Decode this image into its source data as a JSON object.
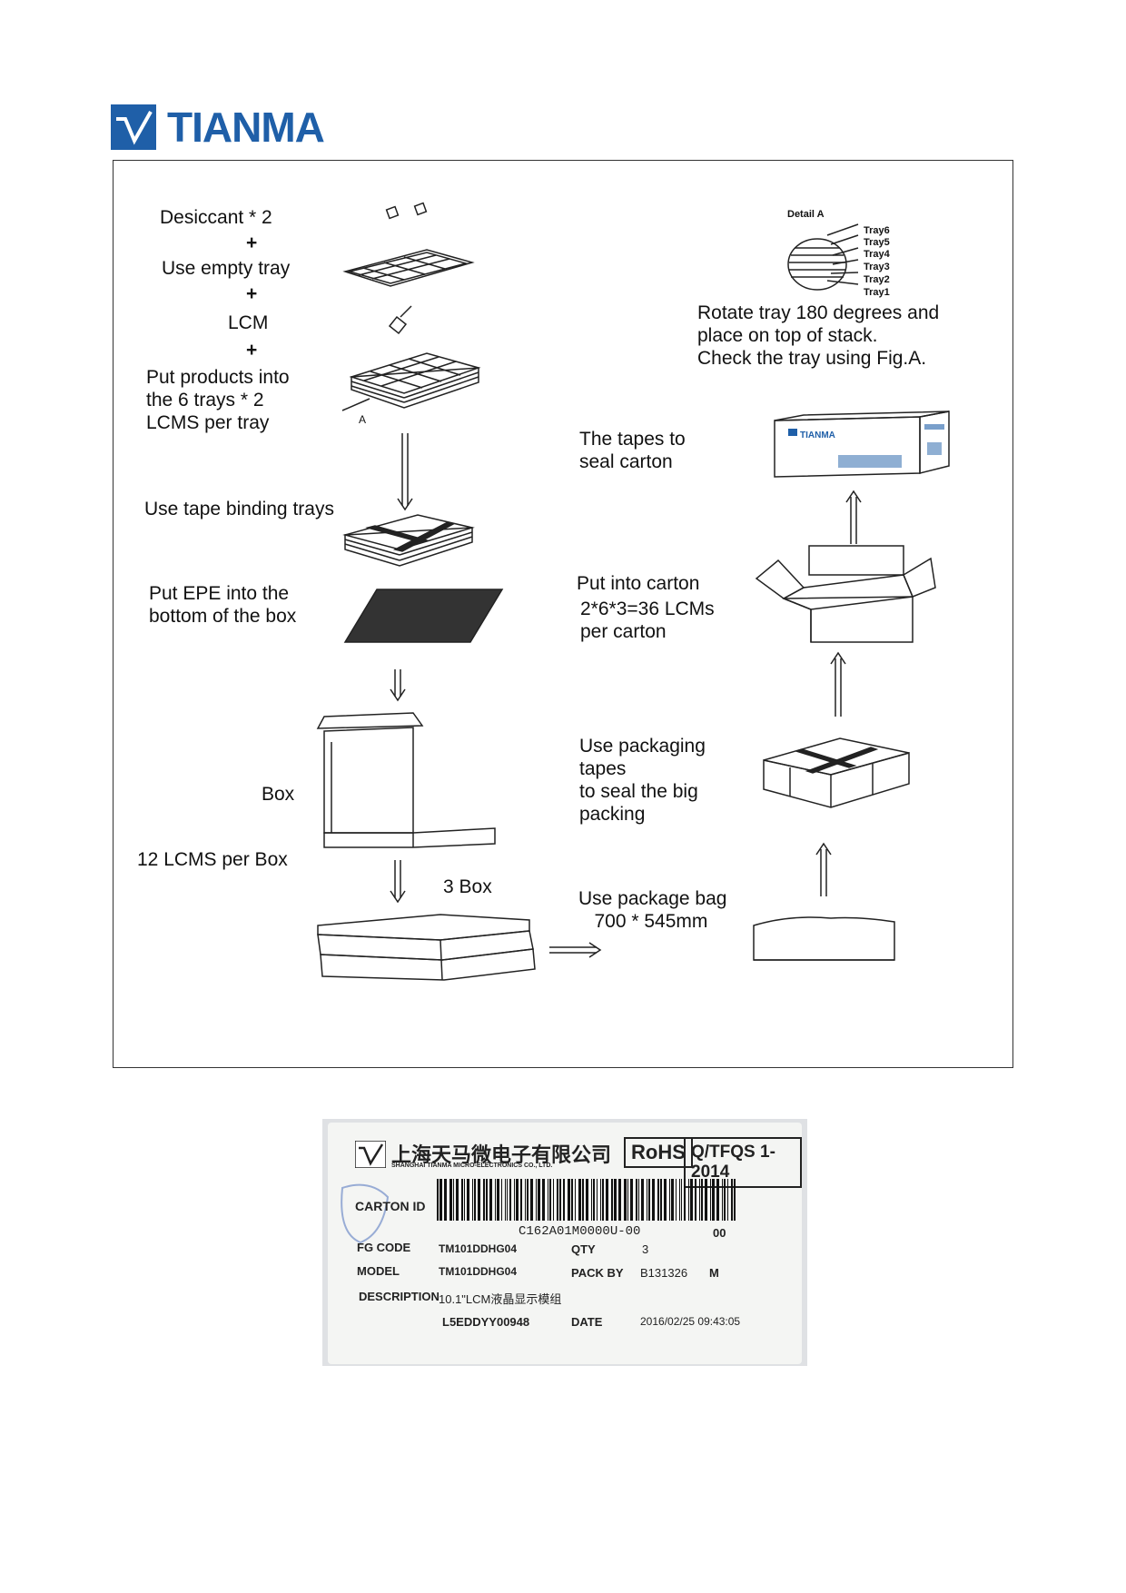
{
  "logo": {
    "name": "TIANMA"
  },
  "flow": {
    "desiccant": "Desiccant * 2",
    "plus1": "+",
    "empty_tray": "Use empty tray",
    "plus2": "+",
    "lcm": "LCM",
    "plus3": "+",
    "put_products": "Put products into\nthe 6 trays * 2\nLCMS per tray",
    "tray_mark_a": "A",
    "tape_binding": "Use tape binding trays",
    "epe": "Put EPE into the\nbottom of the box",
    "box": "Box",
    "lcms_per_box": "12 LCMS per Box",
    "three_box": "3 Box",
    "package_bag": "Use package bag\n   700 * 545mm",
    "packaging_tapes": "Use packaging\ntapes\nto seal the big\npacking",
    "into_carton": "Put into carton",
    "lcms_per_carton": "2*6*3=36 LCMs\nper carton",
    "seal_carton": "The tapes to\nseal carton",
    "rotate": "Rotate tray 180 degrees and\nplace on top of stack.\nCheck the tray using Fig.A.",
    "detail_a": "Detail A",
    "trays": [
      "Tray6",
      "Tray5",
      "Tray4",
      "Tray3",
      "Tray2",
      "Tray1"
    ],
    "carton_logo": "TIANMA"
  },
  "label": {
    "company_cn": "上海天马微电子有限公司",
    "company_en": "SHANGHAI TIANMA MICRO-ELECTRONICS CO., LTD.",
    "rohs": "RoHS",
    "standard": "Q/TFQS 1-2014",
    "carton_id_label": "CARTON ID",
    "carton_id": "C162A01M0000U-00",
    "carton_suffix": "00",
    "fg_code_label": "FG CODE",
    "fg_code": "TM101DDHG04",
    "qty_label": "QTY",
    "qty": "3",
    "model_label": "MODEL",
    "model": "TM101DDHG04",
    "pack_by_label": "PACK BY",
    "pack_by": "B131326",
    "mark": "M",
    "description_label": "DESCRIPTION",
    "description": "10.1\"LCM液晶显示模组",
    "lot": "L5EDDYY00948",
    "date_label": "DATE",
    "date": "2016/02/25 09:43:05"
  }
}
